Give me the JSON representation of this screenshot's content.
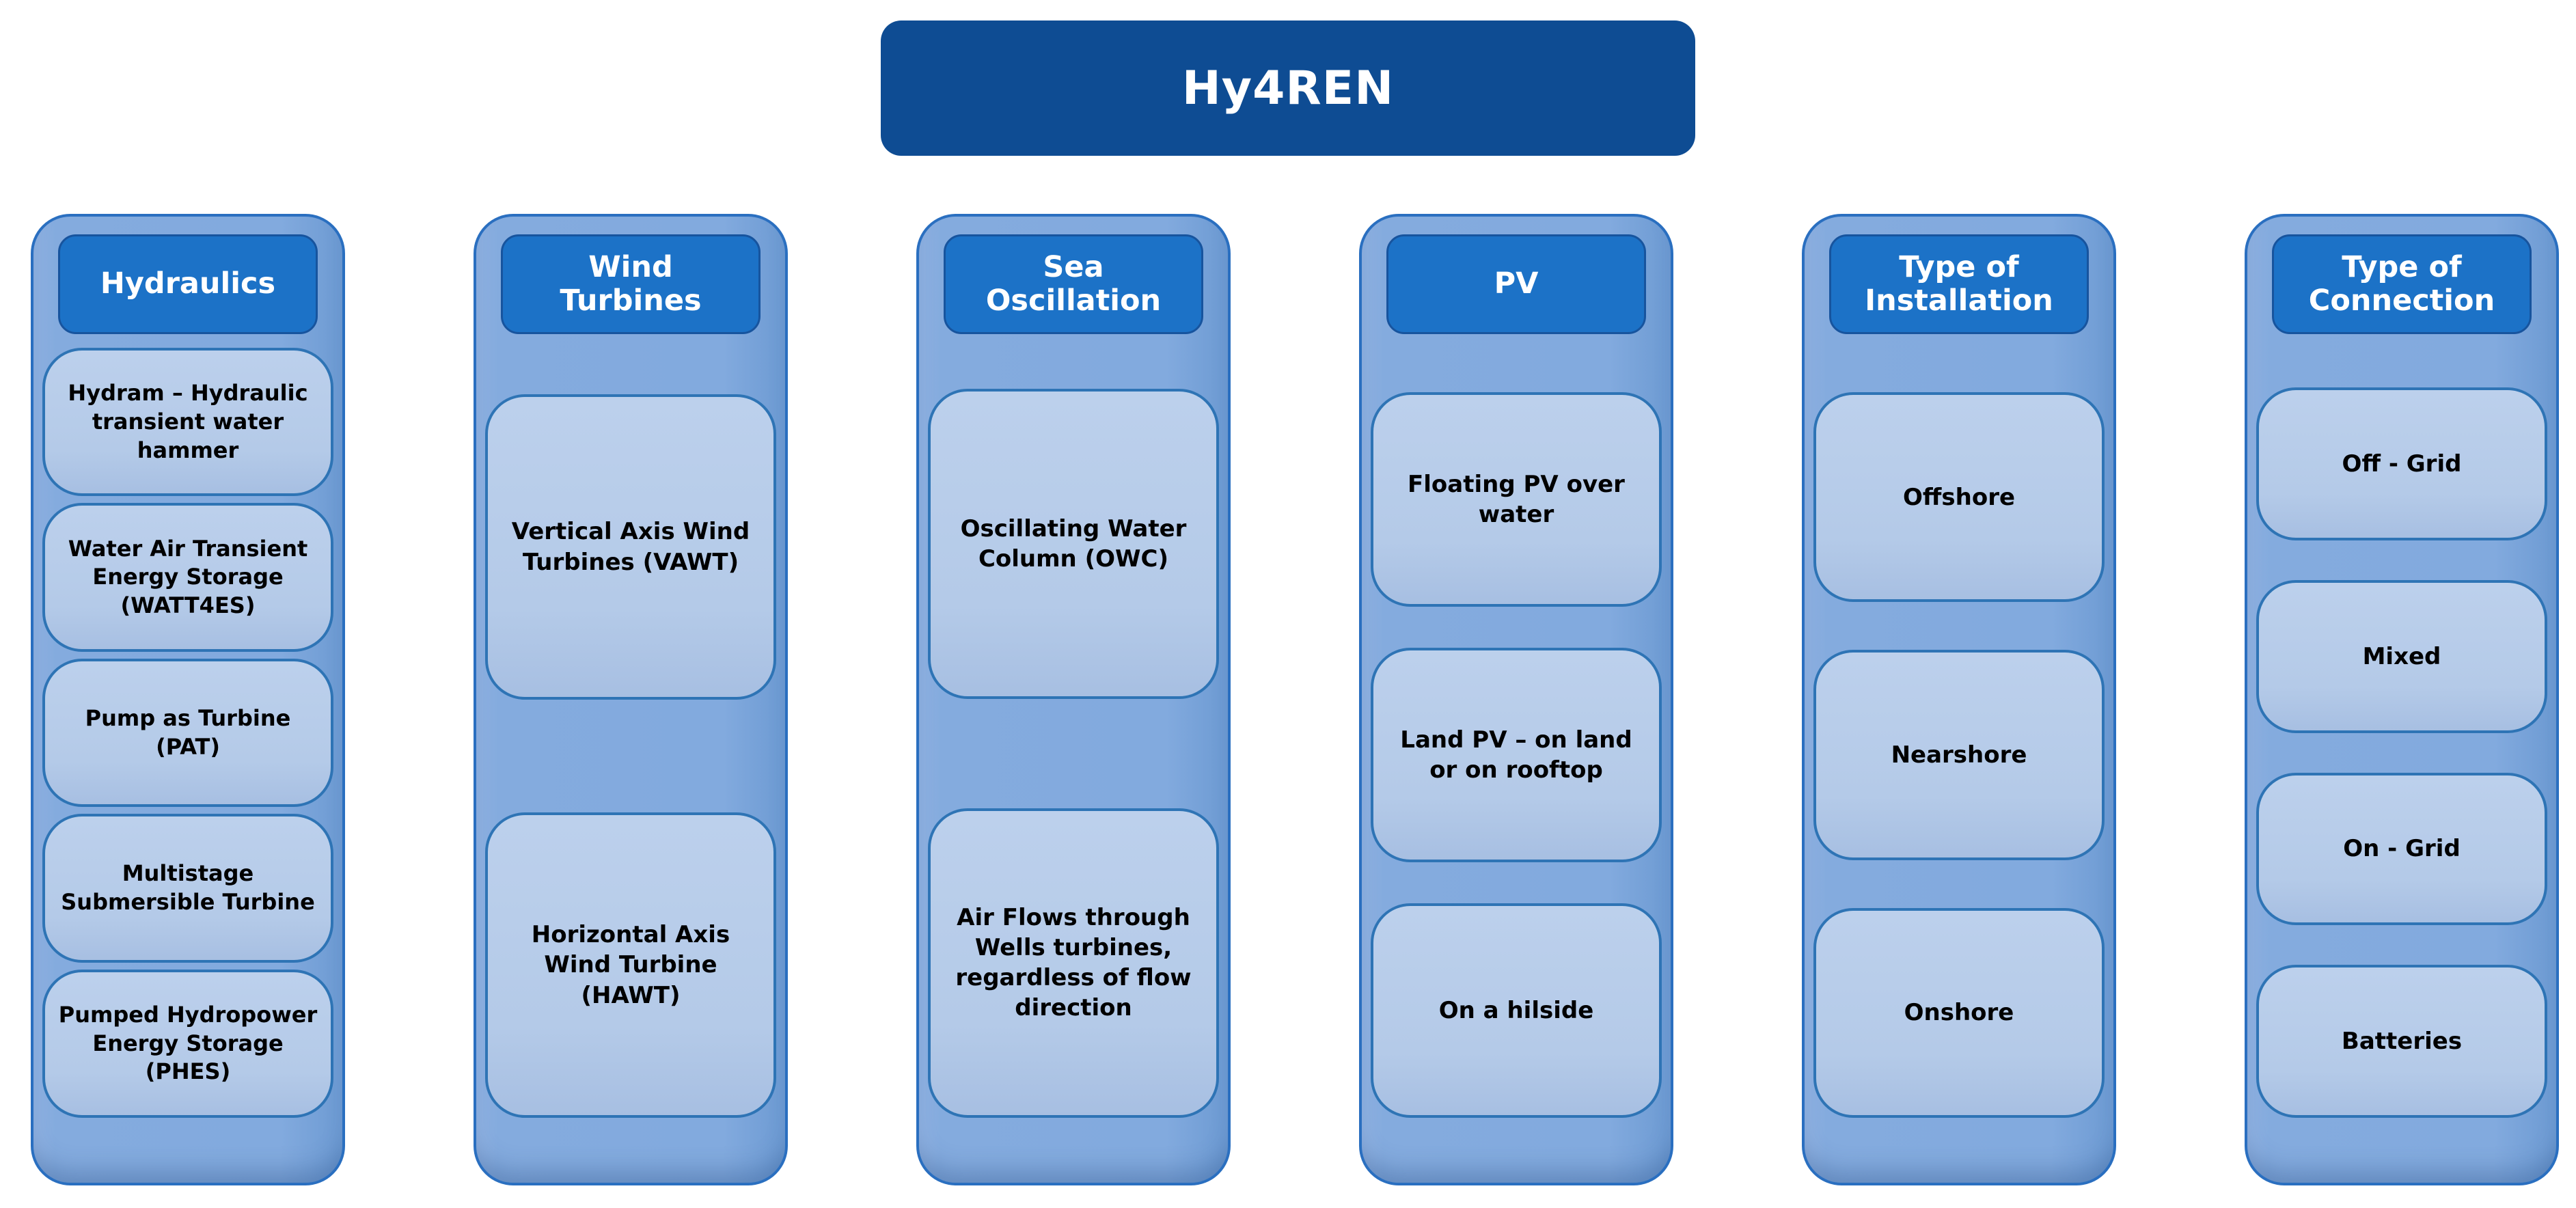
{
  "diagram": {
    "title": "Hy4REN",
    "columns": [
      {
        "header": "Hydraulics",
        "items": [
          "Hydram – Hydraulic transient water hammer",
          "Water Air Transient Energy Storage (WATT4ES)",
          "Pump as Turbine (PAT)",
          "Multistage Submersible Turbine",
          "Pumped Hydropower Energy Storage (PHES)"
        ]
      },
      {
        "header": "Wind Turbines",
        "items": [
          "Vertical Axis Wind Turbines (VAWT)",
          "Horizontal Axis Wind Turbine (HAWT)"
        ]
      },
      {
        "header": "Sea Oscillation",
        "items": [
          "Oscillating Water Column (OWC)",
          "Air Flows through Wells turbines, regardless of flow direction"
        ]
      },
      {
        "header": "PV",
        "items": [
          "Floating PV over water",
          "Land PV – on land or on rooftop",
          "On a hilside"
        ]
      },
      {
        "header": "Type of Installation",
        "items": [
          "Offshore",
          "Nearshore",
          "Onshore"
        ]
      },
      {
        "header": "Type of Connection",
        "items": [
          "Off - Grid",
          "Mixed",
          "On - Grid",
          "Batteries"
        ]
      }
    ],
    "colors": {
      "title_bg": "#0E4C93",
      "header_bg": "#1C72C7",
      "column_bg": "#82AADE",
      "card_bg": "#B4CAE8",
      "card_border": "#2E74B5",
      "column_border": "#2A6FC0",
      "title_text": "#FFFFFF",
      "card_text": "#000000"
    }
  }
}
